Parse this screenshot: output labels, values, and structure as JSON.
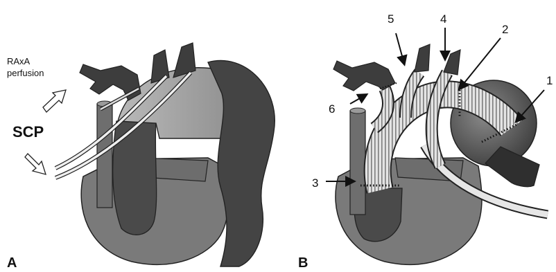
{
  "panel_a": {
    "letter": "A",
    "label_raxa_line1": "RAxA",
    "label_raxa_line2": "perfusion",
    "label_scp": "SCP"
  },
  "panel_b": {
    "letter": "B",
    "callouts": [
      "1",
      "2",
      "3",
      "4",
      "5",
      "6"
    ]
  },
  "colors": {
    "heart_fill": "#7a7a7a",
    "vessel_dark": "#3c3c3c",
    "graft_light": "#d8d8d8",
    "outline": "#222222"
  }
}
